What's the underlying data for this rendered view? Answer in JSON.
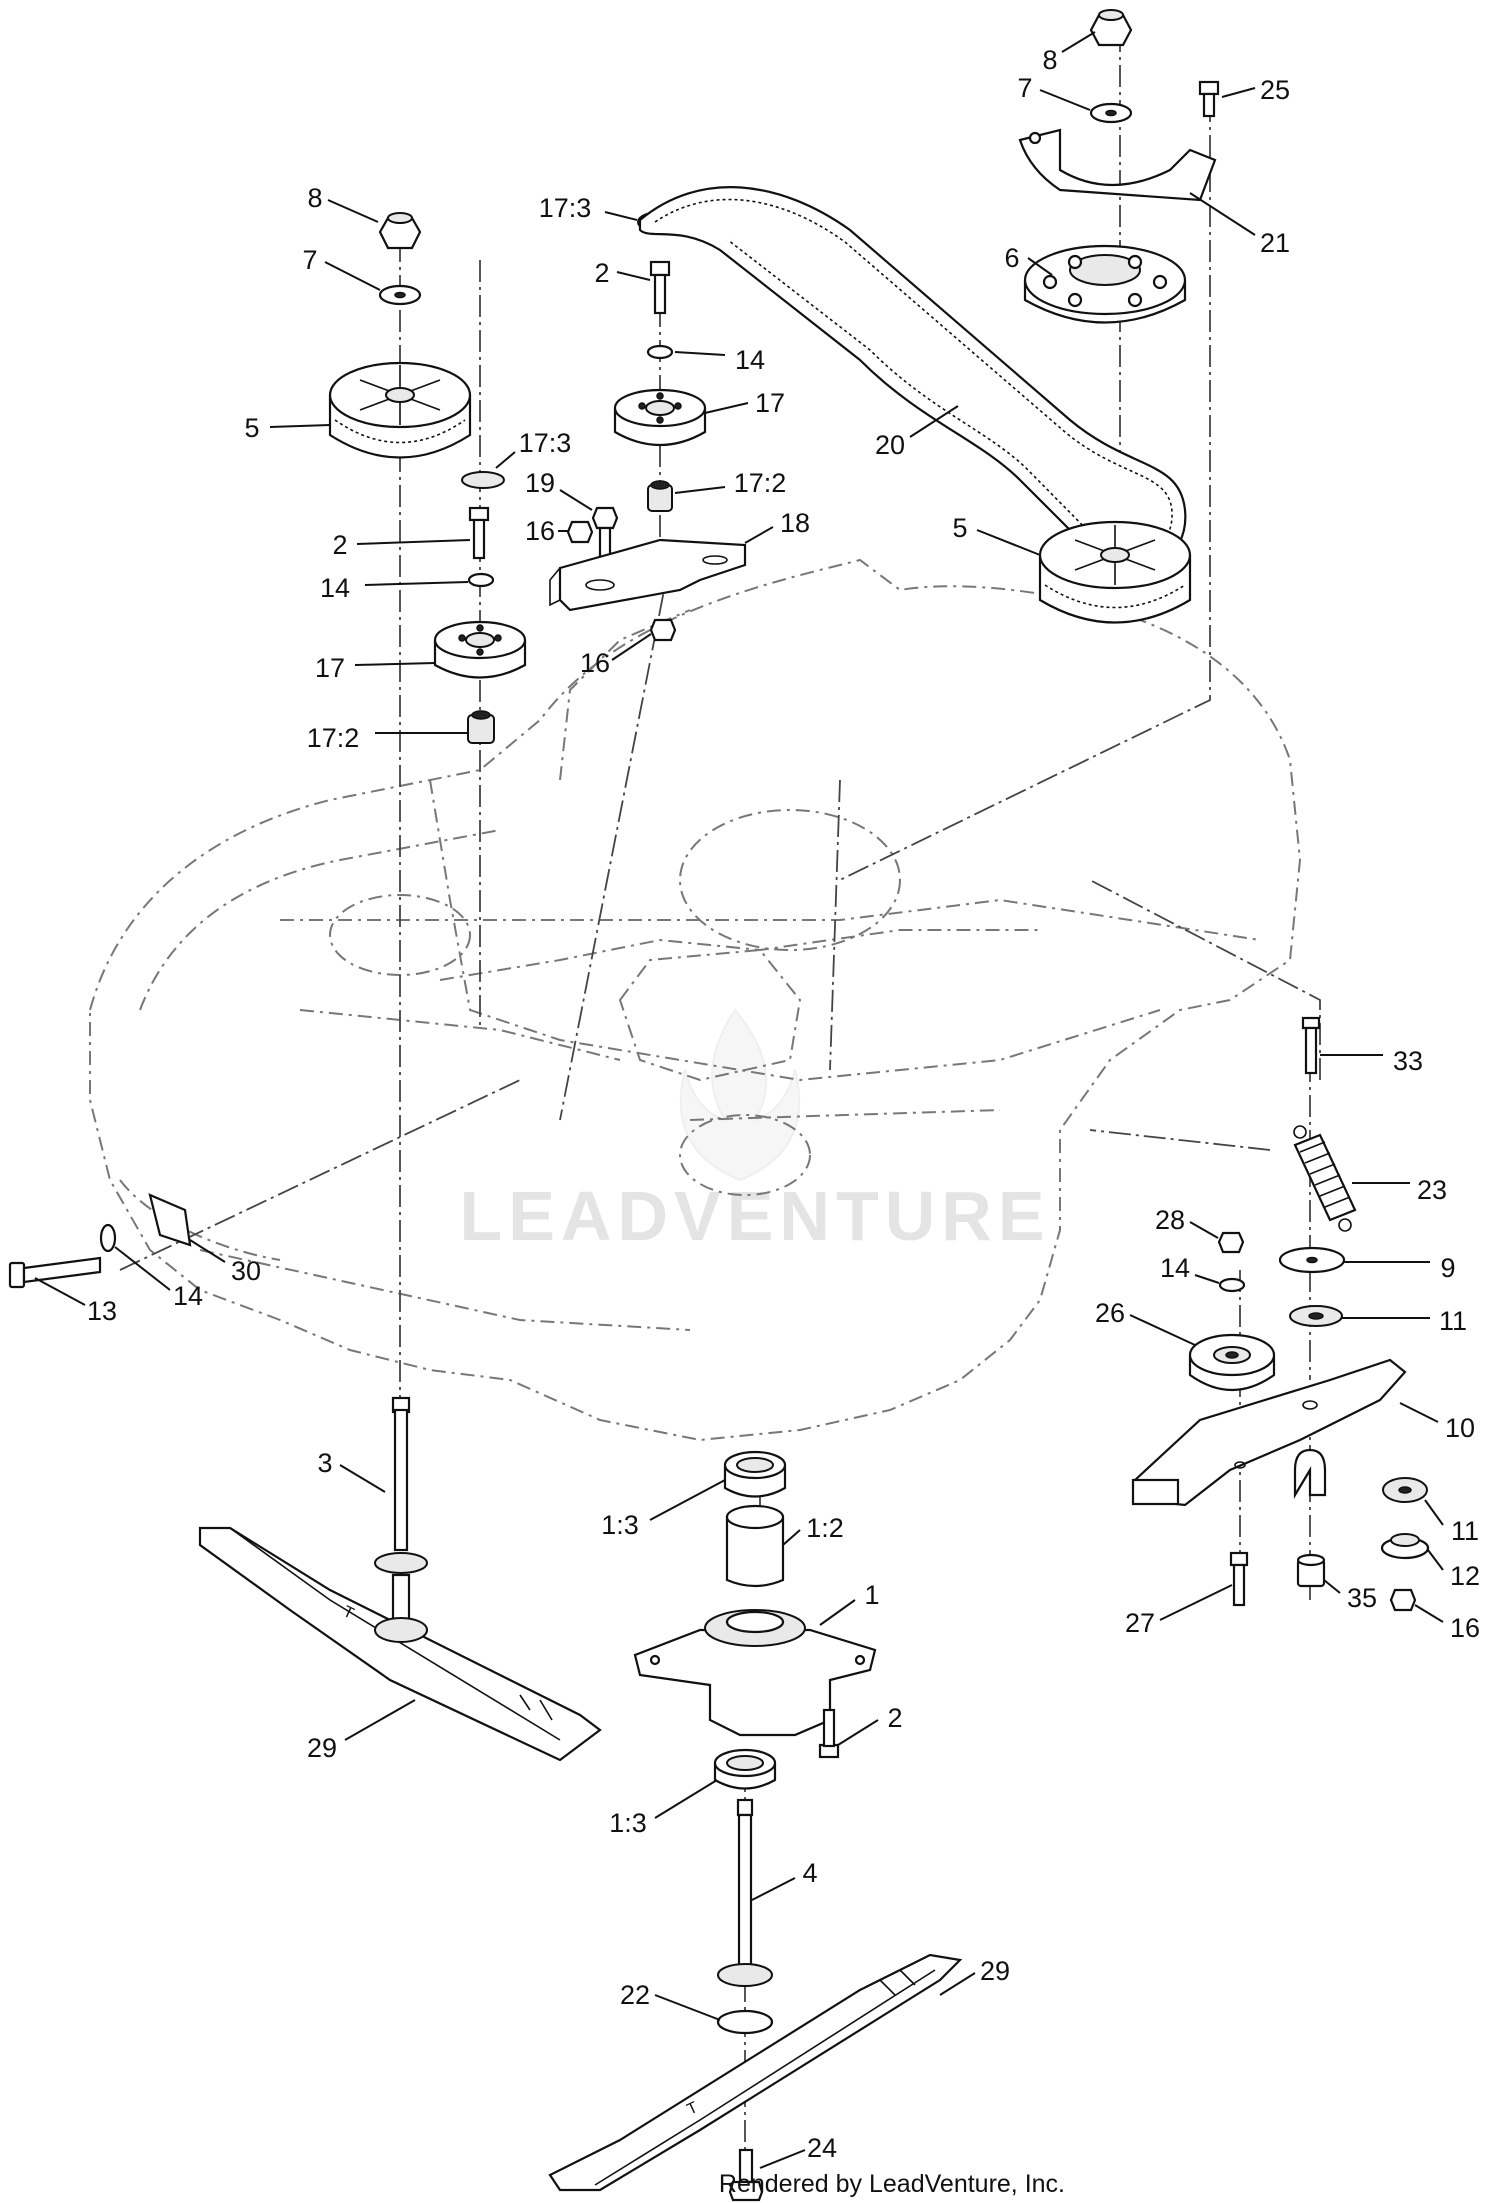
{
  "watermark": "LEADVENTURE",
  "footer": "Rendered by LeadVenture, Inc.",
  "blade_marking": "T",
  "labels": [
    {
      "id": "8-top-right",
      "text": "8"
    },
    {
      "id": "7-top-right",
      "text": "7"
    },
    {
      "id": "25",
      "text": "25"
    },
    {
      "id": "21",
      "text": "21"
    },
    {
      "id": "6",
      "text": "6"
    },
    {
      "id": "17-3-top",
      "text": "17:3"
    },
    {
      "id": "2-top",
      "text": "2"
    },
    {
      "id": "14-top",
      "text": "14"
    },
    {
      "id": "17-top",
      "text": "17"
    },
    {
      "id": "20",
      "text": "20"
    },
    {
      "id": "17-2-top",
      "text": "17:2"
    },
    {
      "id": "19",
      "text": "19"
    },
    {
      "id": "16-bracket-top",
      "text": "16"
    },
    {
      "id": "18",
      "text": "18"
    },
    {
      "id": "16-bracket-bottom",
      "text": "16"
    },
    {
      "id": "5-right",
      "text": "5"
    },
    {
      "id": "8-left",
      "text": "8"
    },
    {
      "id": "7-left",
      "text": "7"
    },
    {
      "id": "5-left",
      "text": "5"
    },
    {
      "id": "17-3-left",
      "text": "17:3"
    },
    {
      "id": "2-left",
      "text": "2"
    },
    {
      "id": "14-left",
      "text": "14"
    },
    {
      "id": "17-left",
      "text": "17"
    },
    {
      "id": "17-2-left",
      "text": "17:2"
    },
    {
      "id": "33",
      "text": "33"
    },
    {
      "id": "23",
      "text": "23"
    },
    {
      "id": "28",
      "text": "28"
    },
    {
      "id": "14-idler",
      "text": "14"
    },
    {
      "id": "9",
      "text": "9"
    },
    {
      "id": "26",
      "text": "26"
    },
    {
      "id": "11-top",
      "text": "11"
    },
    {
      "id": "10",
      "text": "10"
    },
    {
      "id": "30",
      "text": "30"
    },
    {
      "id": "14-pivot",
      "text": "14"
    },
    {
      "id": "13",
      "text": "13"
    },
    {
      "id": "3",
      "text": "3"
    },
    {
      "id": "1-3-top",
      "text": "1:3"
    },
    {
      "id": "1-2",
      "text": "1:2"
    },
    {
      "id": "1",
      "text": "1"
    },
    {
      "id": "11-bottom",
      "text": "11"
    },
    {
      "id": "12",
      "text": "12"
    },
    {
      "id": "27",
      "text": "27"
    },
    {
      "id": "35",
      "text": "35"
    },
    {
      "id": "16-idler",
      "text": "16"
    },
    {
      "id": "2-spindle",
      "text": "2"
    },
    {
      "id": "29-left",
      "text": "29"
    },
    {
      "id": "1-3-bottom",
      "text": "1:3"
    },
    {
      "id": "4",
      "text": "4"
    },
    {
      "id": "22",
      "text": "22"
    },
    {
      "id": "29-right",
      "text": "29"
    },
    {
      "id": "24",
      "text": "24"
    }
  ]
}
